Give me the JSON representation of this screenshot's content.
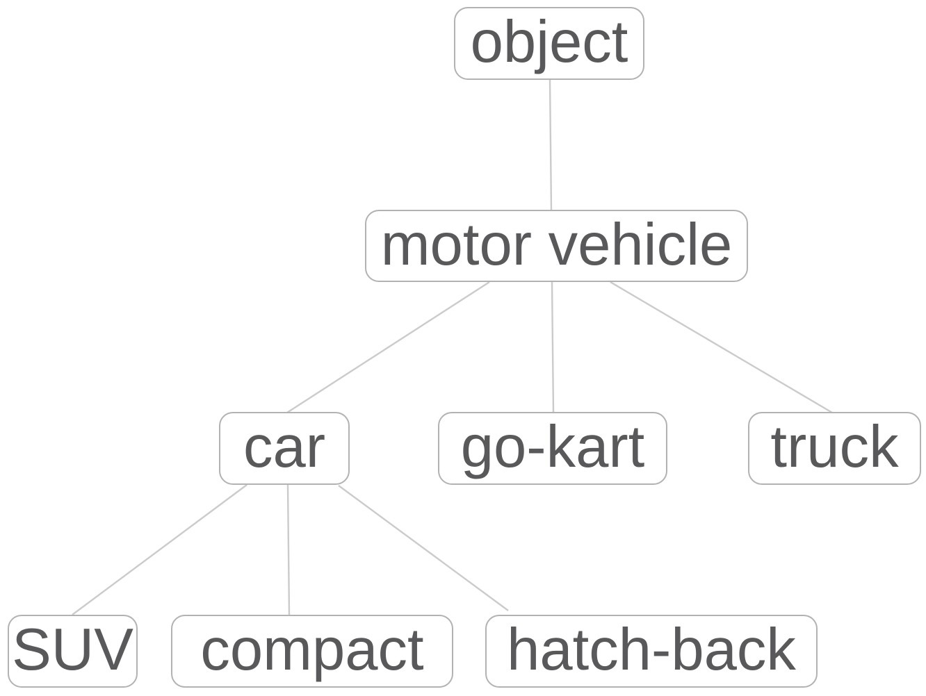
{
  "diagram": {
    "type": "tree-hierarchy",
    "colors": {
      "node_border": "#b2b2b2",
      "edge_line": "#cbcbcb",
      "label_text": "#59595b",
      "node_fill": "#ffffff",
      "page_background": "#ffffff"
    },
    "nodes": {
      "object": {
        "label": "object"
      },
      "motor_vehicle": {
        "label": "motor vehicle"
      },
      "car": {
        "label": "car"
      },
      "go_kart": {
        "label": "go-kart"
      },
      "truck": {
        "label": "truck"
      },
      "suv": {
        "label": "SUV"
      },
      "compact": {
        "label": "compact"
      },
      "hatch_back": {
        "label": "hatch-back"
      }
    },
    "edges": [
      {
        "from": "object",
        "to": "motor_vehicle"
      },
      {
        "from": "motor_vehicle",
        "to": "car"
      },
      {
        "from": "motor_vehicle",
        "to": "go_kart"
      },
      {
        "from": "motor_vehicle",
        "to": "truck"
      },
      {
        "from": "car",
        "to": "suv"
      },
      {
        "from": "car",
        "to": "compact"
      },
      {
        "from": "car",
        "to": "hatch_back"
      }
    ]
  }
}
